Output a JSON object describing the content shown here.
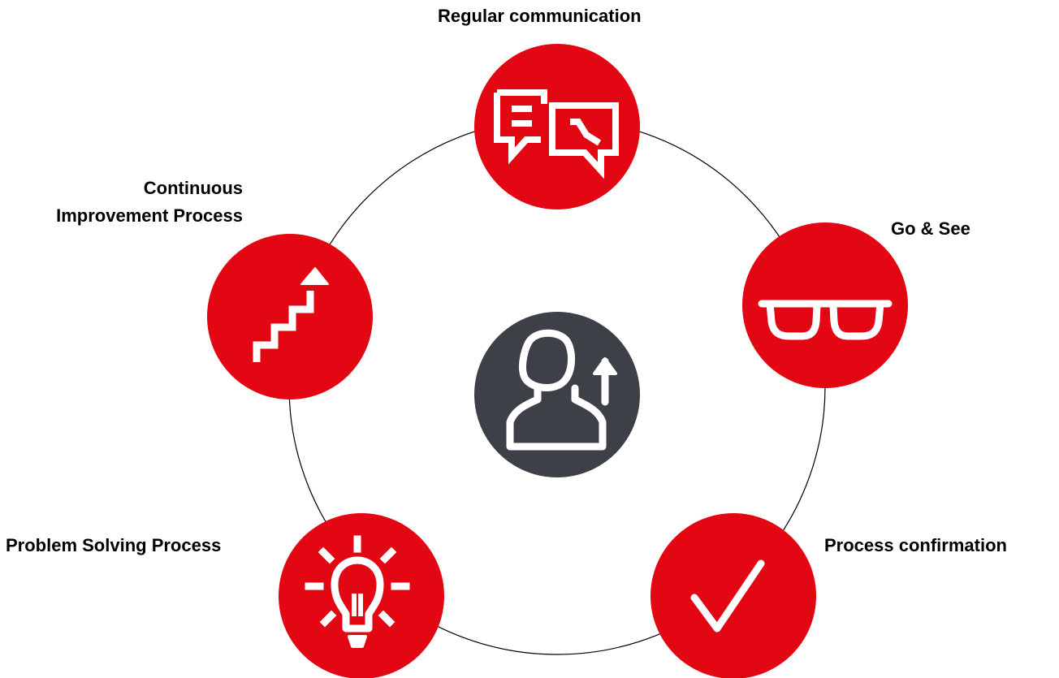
{
  "colors": {
    "accent": "#e30613",
    "center": "#3d4147",
    "icon_stroke": "#ffffff",
    "ring": "#000000"
  },
  "nodes": [
    {
      "id": "communication",
      "label": "Regular communication",
      "icon": "chat-bubbles-icon"
    },
    {
      "id": "go-see",
      "label": "Go & See",
      "icon": "glasses-icon"
    },
    {
      "id": "confirmation",
      "label": "Process confirmation",
      "icon": "checkmark-icon"
    },
    {
      "id": "problem",
      "label": "Problem Solving Process",
      "icon": "lightbulb-icon"
    },
    {
      "id": "improvement",
      "label_lines": [
        "Continuous",
        "Improvement Process"
      ],
      "icon": "stairs-arrow-icon"
    }
  ],
  "center": {
    "icon": "person-growth-icon"
  }
}
